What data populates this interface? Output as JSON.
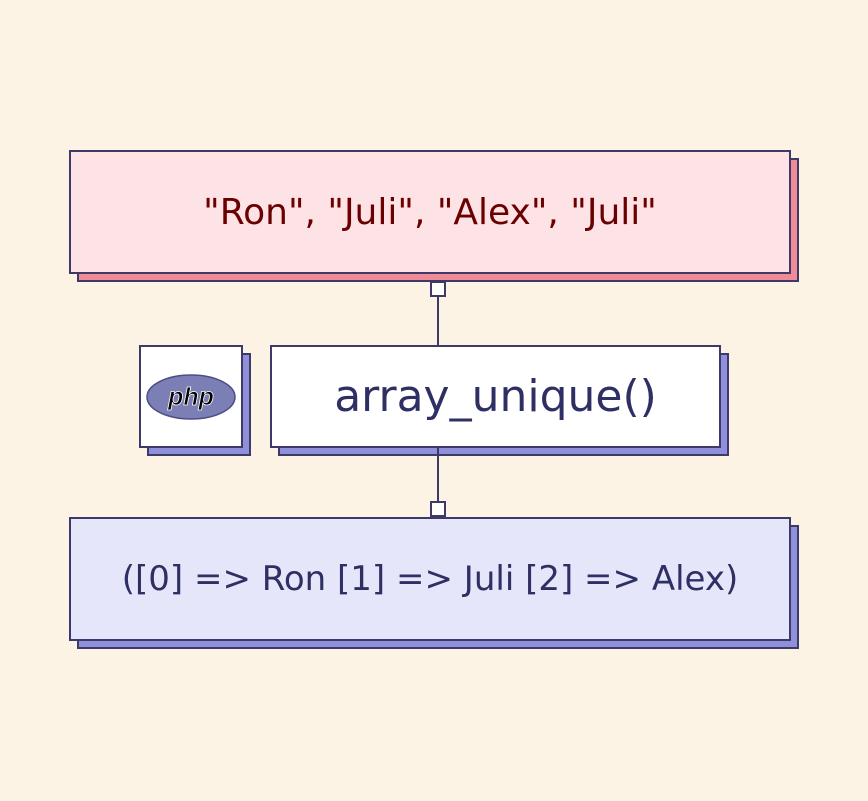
{
  "input": {
    "text": "\"Ron\", \"Juli\", \"Alex\", \"Juli\""
  },
  "function": {
    "text": "array_unique()"
  },
  "logo": {
    "text": "php"
  },
  "output": {
    "text": "([0] => Ron [1] => Juli [2] => Alex)"
  },
  "colors": {
    "background": "#fdf3e4",
    "input_fill": "#fde3e6",
    "input_shadow": "#ef8a96",
    "input_text": "#6b0000",
    "output_fill": "#e6e6fb",
    "output_shadow": "#8f8fdb",
    "border": "#3d3a6a",
    "text": "#2e2f63"
  }
}
